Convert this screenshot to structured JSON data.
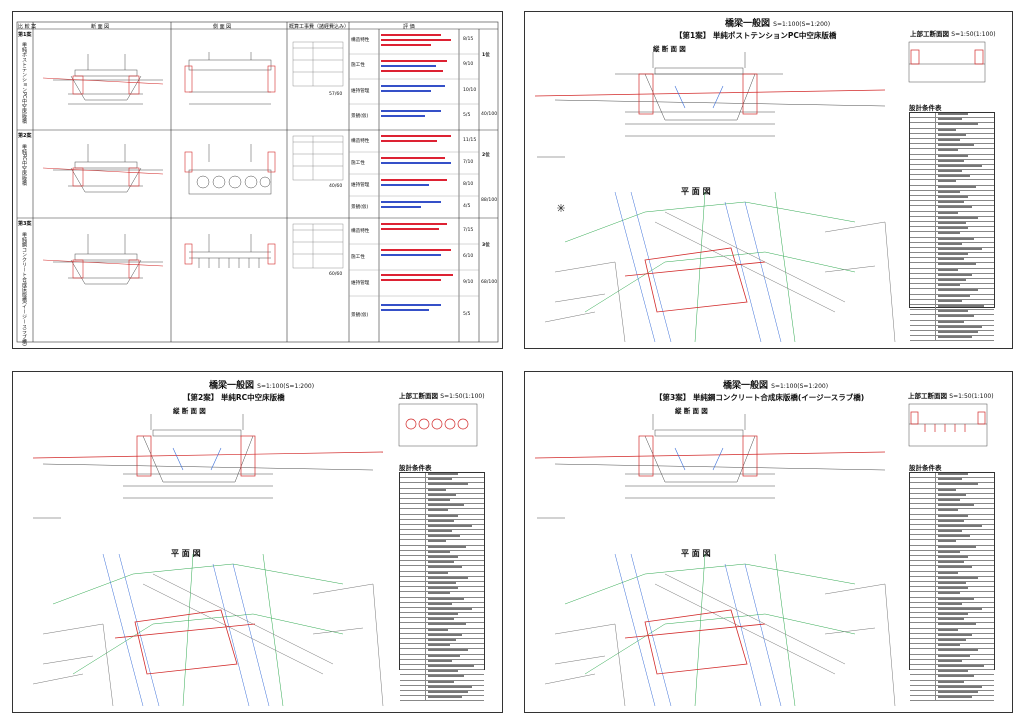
{
  "comparison_table": {
    "headers": [
      "比 較 案",
      "断 面 図",
      "側 面 図",
      "概算工事費（諸経費込み）",
      "評 価"
    ],
    "cases": [
      {
        "id": "第1案",
        "name": "単純ポストテンションPC中空床版橋",
        "items": [
          {
            "label": "構造特性",
            "score": "8/15"
          },
          {
            "label": "施工性",
            "score": "9/10"
          },
          {
            "label": "維持管理",
            "score": "10/10"
          },
          {
            "label": "景観(仮)",
            "score": "5/5"
          }
        ],
        "cost": "57/60",
        "rank": "1位",
        "total": "40/100"
      },
      {
        "id": "第2案",
        "name": "単純RC中空床版橋",
        "items": [
          {
            "label": "構造特性",
            "score": "11/15"
          },
          {
            "label": "施工性",
            "score": "7/10"
          },
          {
            "label": "維持管理",
            "score": "8/10"
          },
          {
            "label": "景観(仮)",
            "score": "4/5"
          }
        ],
        "cost": "40/60",
        "rank": "2位",
        "total": "88/100"
      },
      {
        "id": "第3案",
        "name": "単純鋼コンクリート合成床版橋(イージースラブ橋)",
        "items": [
          {
            "label": "構造特性",
            "score": "7/15"
          },
          {
            "label": "施工性",
            "score": "6/10"
          },
          {
            "label": "維持管理",
            "score": "9/10"
          },
          {
            "label": "景観(仮)",
            "score": "5/5"
          }
        ],
        "cost": "60/60",
        "rank": "3位",
        "total": "68/100"
      }
    ]
  },
  "sheets": [
    {
      "id": "sheet-1",
      "header": "橋梁一般図",
      "scale": "S=1:100(S=1:200)",
      "subtitle": "【第1案】 単純ポストテンションPC中空床版橋",
      "longitudinal_label": "縦 断 面 図",
      "plan_label": "平 面 図",
      "cross_label": "上部工断面図",
      "cross_scale": "S=1:50(1:100)",
      "conditions_title": "設計条件表"
    },
    {
      "id": "sheet-2",
      "header": "橋梁一般図",
      "scale": "S=1:100(S=1:200)",
      "subtitle": "【第2案】 単純RC中空床版橋",
      "longitudinal_label": "縦 断 面 図",
      "plan_label": "平 面 図",
      "cross_label": "上部工断面図",
      "cross_scale": "S=1:50(1:100)",
      "conditions_title": "設計条件表"
    },
    {
      "id": "sheet-3",
      "header": "橋梁一般図",
      "scale": "S=1:100(S=1:200)",
      "subtitle": "【第3案】 単純鋼コンクリート合成床版橋(イージースラブ橋)",
      "longitudinal_label": "縦 断 面 図",
      "plan_label": "平 面 図",
      "cross_label": "上部工断面図",
      "cross_scale": "S=1:50(1:100)",
      "conditions_title": "設計条件表"
    }
  ],
  "colors": {
    "drawing_line": "#4a4a4a",
    "accent_red": "#d22a2a",
    "note_blue": "#3550c8",
    "plan_green": "#2fa84f",
    "plan_blue": "#3b6fd8"
  }
}
